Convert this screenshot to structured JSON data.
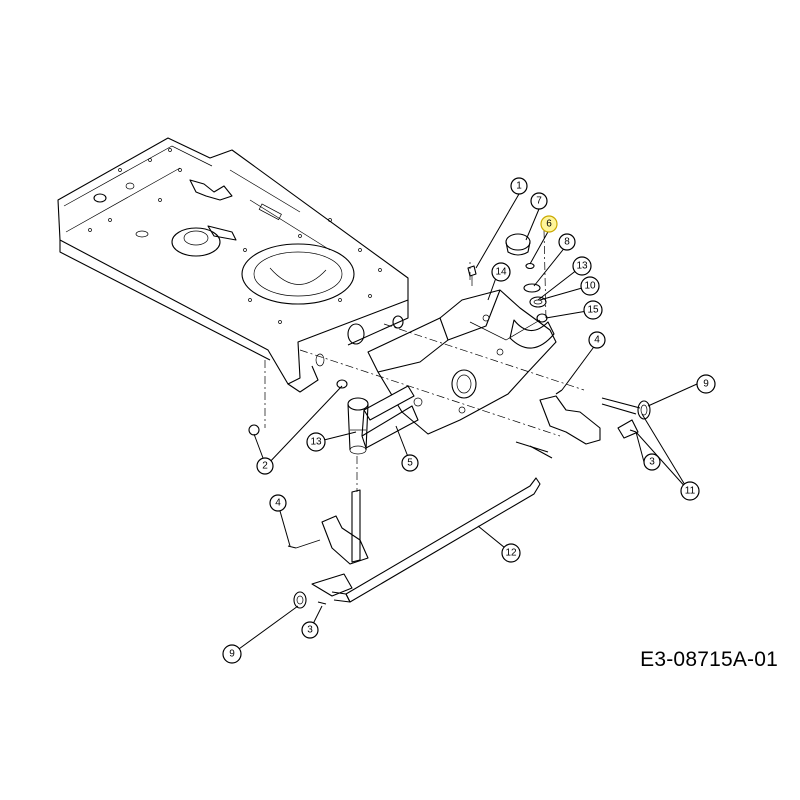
{
  "diagram": {
    "code": "E3-08715A-01",
    "callouts": [
      {
        "id": "c1",
        "label": "1"
      },
      {
        "id": "c2",
        "label": "2"
      },
      {
        "id": "c3a",
        "label": "3"
      },
      {
        "id": "c3b",
        "label": "3"
      },
      {
        "id": "c4a",
        "label": "4"
      },
      {
        "id": "c4b",
        "label": "4"
      },
      {
        "id": "c5",
        "label": "5"
      },
      {
        "id": "c6",
        "label": "6",
        "highlighted": true
      },
      {
        "id": "c7",
        "label": "7"
      },
      {
        "id": "c8",
        "label": "8"
      },
      {
        "id": "c9a",
        "label": "9"
      },
      {
        "id": "c9b",
        "label": "9"
      },
      {
        "id": "c10",
        "label": "10"
      },
      {
        "id": "c11",
        "label": "11"
      },
      {
        "id": "c12",
        "label": "12"
      },
      {
        "id": "c13a",
        "label": "13"
      },
      {
        "id": "c13b",
        "label": "13"
      },
      {
        "id": "c14",
        "label": "14"
      },
      {
        "id": "c15",
        "label": "15"
      }
    ],
    "highlight_color": "#fff59a"
  }
}
